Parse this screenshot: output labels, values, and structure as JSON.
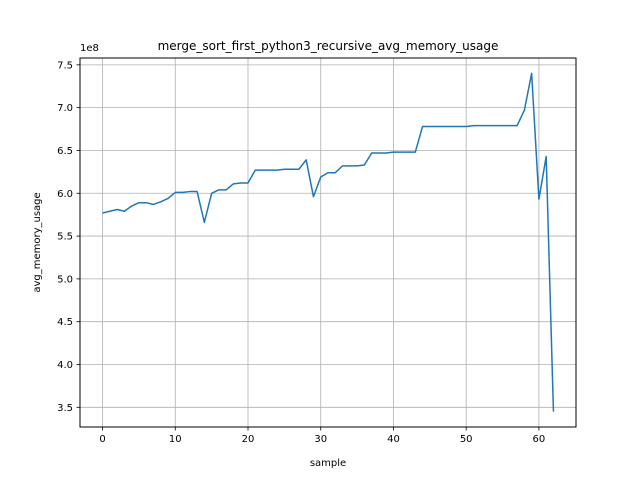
{
  "chart_data": {
    "type": "line",
    "title": "merge_sort_first_python3_recursive_avg_memory_usage",
    "xlabel": "sample",
    "ylabel": "avg_memory_usage",
    "y_offset_label": "1e8",
    "xlim": [
      -3.1,
      65.1
    ],
    "ylim": [
      3.27,
      7.58
    ],
    "xticks": [
      0,
      10,
      20,
      30,
      40,
      50,
      60
    ],
    "yticks": [
      3.5,
      4.0,
      4.5,
      5.0,
      5.5,
      6.0,
      6.5,
      7.0,
      7.5
    ],
    "xtick_labels": [
      "0",
      "10",
      "20",
      "30",
      "40",
      "50",
      "60"
    ],
    "ytick_labels": [
      "3.5",
      "4.0",
      "4.5",
      "5.0",
      "5.5",
      "6.0",
      "6.5",
      "7.0",
      "7.5"
    ],
    "grid": true,
    "line_color": "#1f77b4",
    "series": [
      {
        "x": [
          0,
          1,
          2,
          3,
          4,
          5,
          6,
          7,
          8,
          9,
          10,
          11,
          12,
          13,
          14,
          15,
          16,
          17,
          18,
          19,
          20,
          21,
          22,
          23,
          24,
          25,
          26,
          27,
          28,
          29,
          30,
          31,
          32,
          33,
          34,
          35,
          36,
          37,
          38,
          39,
          40,
          41,
          42,
          43,
          44,
          45,
          46,
          47,
          48,
          49,
          50,
          51,
          52,
          53,
          54,
          55,
          56,
          57,
          58,
          59,
          60,
          61,
          62
        ],
        "values": [
          5.77,
          5.79,
          5.81,
          5.79,
          5.85,
          5.89,
          5.89,
          5.87,
          5.9,
          5.94,
          6.01,
          6.01,
          6.02,
          6.02,
          5.66,
          6.0,
          6.04,
          6.04,
          6.11,
          6.12,
          6.12,
          6.27,
          6.27,
          6.27,
          6.27,
          6.28,
          6.28,
          6.28,
          6.39,
          5.96,
          6.19,
          6.24,
          6.24,
          6.32,
          6.32,
          6.32,
          6.33,
          6.47,
          6.47,
          6.47,
          6.48,
          6.48,
          6.48,
          6.48,
          6.78,
          6.78,
          6.78,
          6.78,
          6.78,
          6.78,
          6.78,
          6.79,
          6.79,
          6.79,
          6.79,
          6.79,
          6.79,
          6.79,
          6.97,
          7.4,
          5.93,
          6.43,
          3.45
        ]
      }
    ]
  }
}
